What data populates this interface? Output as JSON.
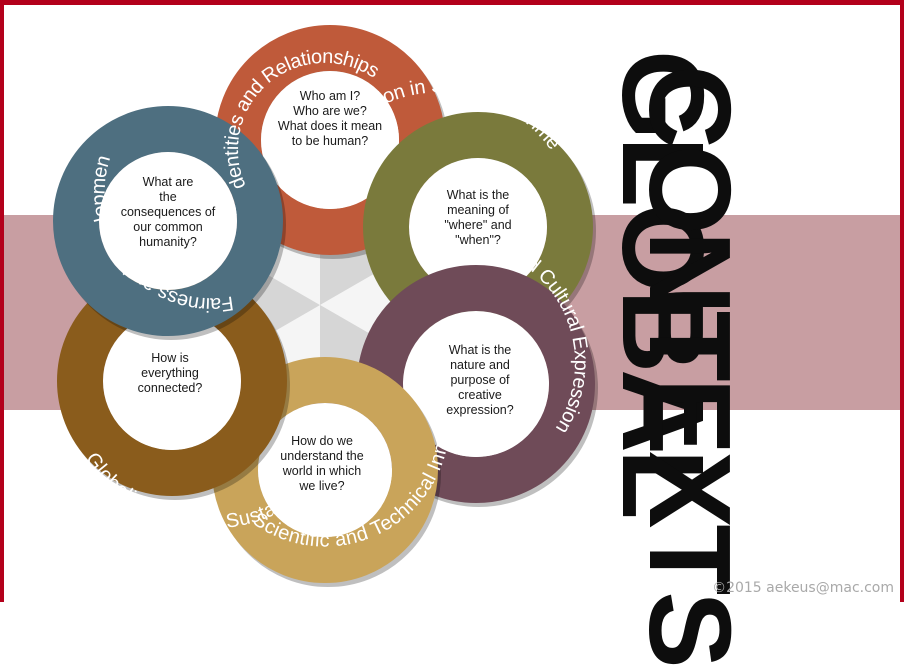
{
  "title": {
    "line1": "GLOBAL",
    "line2": "CONTEXTS"
  },
  "credit": "©2015 aekeus@mac.com",
  "colors": {
    "frame": "#b3001b",
    "band": "#c89ea2",
    "identities": "#bf5a3a",
    "orientation": "#7a7a3c",
    "personal": "#6f4b58",
    "scientific": "#c9a45a",
    "globalization": "#8a5c1c",
    "fairness": "#4e6f80"
  },
  "contexts": [
    {
      "key": "identities",
      "label": "Identities and Relationships",
      "question": [
        "Who am I?",
        "Who are we?",
        "What does it mean",
        "to be human?"
      ]
    },
    {
      "key": "orientation",
      "label": "Orientation in Space and Time",
      "question": [
        "What is the",
        "meaning of",
        "\"where\" and",
        "\"when\"?"
      ]
    },
    {
      "key": "personal",
      "label": "Personal and Cultural Expression",
      "question": [
        "What is the",
        "nature and",
        "purpose of",
        "creative",
        "expression?"
      ]
    },
    {
      "key": "scientific",
      "label": "Scientific and Technical Innovation",
      "question": [
        "How do we",
        "understand the",
        "world in which",
        "we live?"
      ]
    },
    {
      "key": "globalization",
      "label": "Globalization and Sustainability",
      "question": [
        "How is",
        "everything",
        "connected?"
      ]
    },
    {
      "key": "fairness",
      "label": "Fairness and Development",
      "question": [
        "What are",
        "the",
        "consequences of",
        "our common",
        "humanity?"
      ]
    }
  ]
}
